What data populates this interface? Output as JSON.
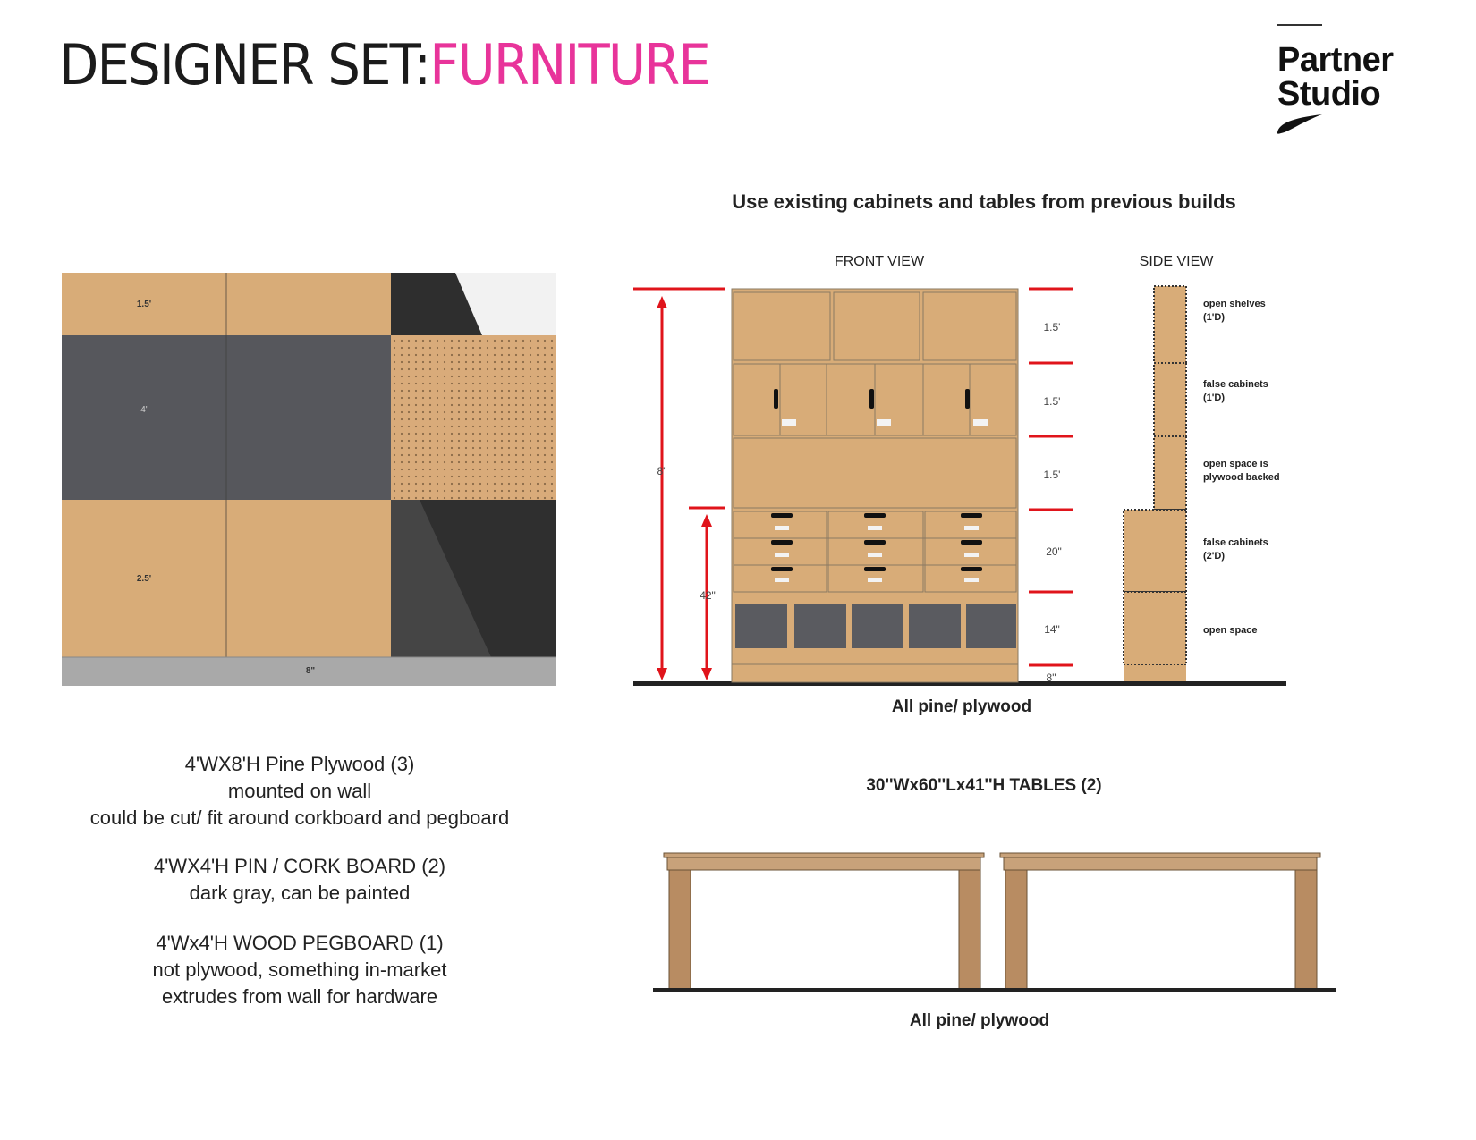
{
  "header": {
    "title_main": "DESIGNER SET:",
    "title_accent": "FURNITURE",
    "accent_color": "#e8349a",
    "logo_line1": "Partner",
    "logo_line2": "Studio",
    "logo_mark": "swoosh-icon"
  },
  "wall": {
    "dim_top": "1.5'",
    "dim_mid": "4'",
    "dim_bottom": "2.5'",
    "dim_base": "8\""
  },
  "notes": {
    "plywood_line1": "4'WX8'H Pine Plywood (3)",
    "plywood_line2": "mounted on wall",
    "plywood_line3": "could be cut/ fit around corkboard and pegboard",
    "cork_line1": "4'WX4'H PIN / CORK BOARD (2)",
    "cork_line2": "dark gray, can be painted",
    "peg_line1": "4'Wx4'H WOOD PEGBOARD (1)",
    "peg_line2": "not plywood, something in-market",
    "peg_line3": "extrudes from wall for hardware"
  },
  "cabinet": {
    "heading": "Use existing cabinets and tables from previous builds",
    "front_label": "FRONT VIEW",
    "side_label": "SIDE VIEW",
    "overall_height": "8\"",
    "counter_height": "42\"",
    "section_dims": [
      "1.5'",
      "1.5'",
      "1.5'",
      "20\"",
      "14\"",
      "8\""
    ],
    "side_notes": [
      {
        "line1": "open shelves",
        "line2": "(1'D)"
      },
      {
        "line1": "false cabinets",
        "line2": "(1'D)"
      },
      {
        "line1": "open space is",
        "line2": "plywood backed"
      },
      {
        "line1": "false cabinets",
        "line2": "(2'D)"
      },
      {
        "line1": "open space",
        "line2": ""
      }
    ],
    "material": "All pine/ plywood"
  },
  "tables": {
    "heading": "30''Wx60''Lx41''H TABLES (2)",
    "material": "All pine/ plywood"
  }
}
